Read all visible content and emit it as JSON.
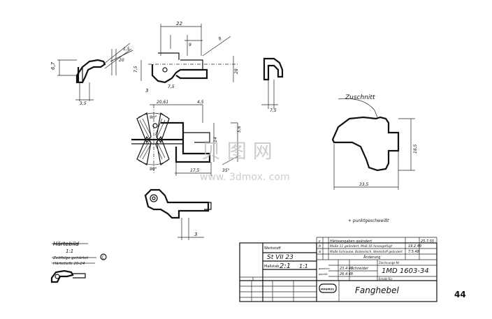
{
  "drawing": {
    "cut_label": "Zuschnitt",
    "note": "+ punktgeschweißt",
    "dimensions": {
      "top_width": "22",
      "top_left_height": "6,7",
      "small_height": "3,5",
      "side_dim": "7,5",
      "center_height": "28",
      "mid_width": "20,61",
      "mid_dim_right": "4,5",
      "angle_top": "90°",
      "angle_bottom": "90°",
      "bottom_length": "17,5",
      "bottom_dim": "35°",
      "side_dim_small": "7,5",
      "zuschnitt_width": "33,5",
      "zuschnitt_height": "18,5",
      "hole_dim": "3"
    }
  },
  "legend": {
    "title": "Härtebild",
    "ratio": "1:1",
    "line1": "Zeitfolge gehärtet",
    "line2": "Härtetiefe 20-24",
    "mark": "C"
  },
  "title_block": {
    "material_label": "Werkstoff",
    "material": "St VII 23",
    "scale_label": "Maßstab",
    "scale_a": "2:1",
    "scale_b": "1:1",
    "drawing_no_label": "Zeichnungs-Nr",
    "drawing_no": "1MD 1603-34",
    "replaced_label": "Ersatz für",
    "part_name": "Fanghebel",
    "drawn_label": "gezeichn.",
    "drawn_date": "23.4.48",
    "drawn_name": "Schneider",
    "checked_label": "geprüft",
    "checked_date": "26.4.48",
    "revisions": [
      {
        "letter": "c",
        "text": "Härteangaben geändert",
        "date": "25.7.55"
      },
      {
        "letter": "b",
        "text": "Maße 11 geändert, Maß 16 hinzugefügt",
        "date": "19.2.49"
      },
      {
        "letter": "a",
        "text": "Maße Schraube, Bolzenloch, Werkstoff geändert",
        "date": "7.5.48"
      }
    ],
    "revision_header": "Änderung",
    "company_logo": "MAGIRUS"
  },
  "page_number": "44",
  "watermark": {
    "cn": "贝 图 网",
    "url": "www. 3dmox. com"
  }
}
